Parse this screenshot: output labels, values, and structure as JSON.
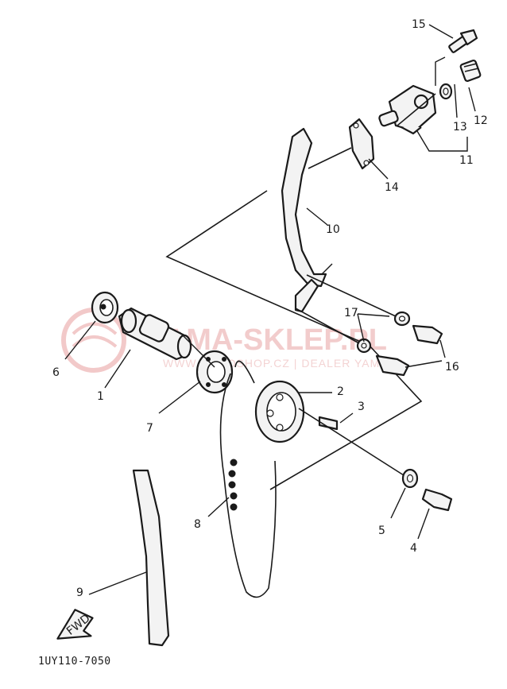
{
  "watermark": {
    "brand": "YAMA-SKLEP.PL",
    "tagline": "WWW.MOTOSHOP.CZ | DEALER YAMAHA",
    "color": "#e8a8a8"
  },
  "callouts": {
    "c1": "1",
    "c2": "2",
    "c3": "3",
    "c4": "4",
    "c5": "5",
    "c6": "6",
    "c7": "7",
    "c8": "8",
    "c9": "9",
    "c10": "10",
    "c11": "11",
    "c12": "12",
    "c13": "13",
    "c14": "14",
    "c15": "15",
    "c16": "16",
    "c17": "17"
  },
  "fwd_label": "FWD",
  "diagram_code": "1UY110-7050"
}
